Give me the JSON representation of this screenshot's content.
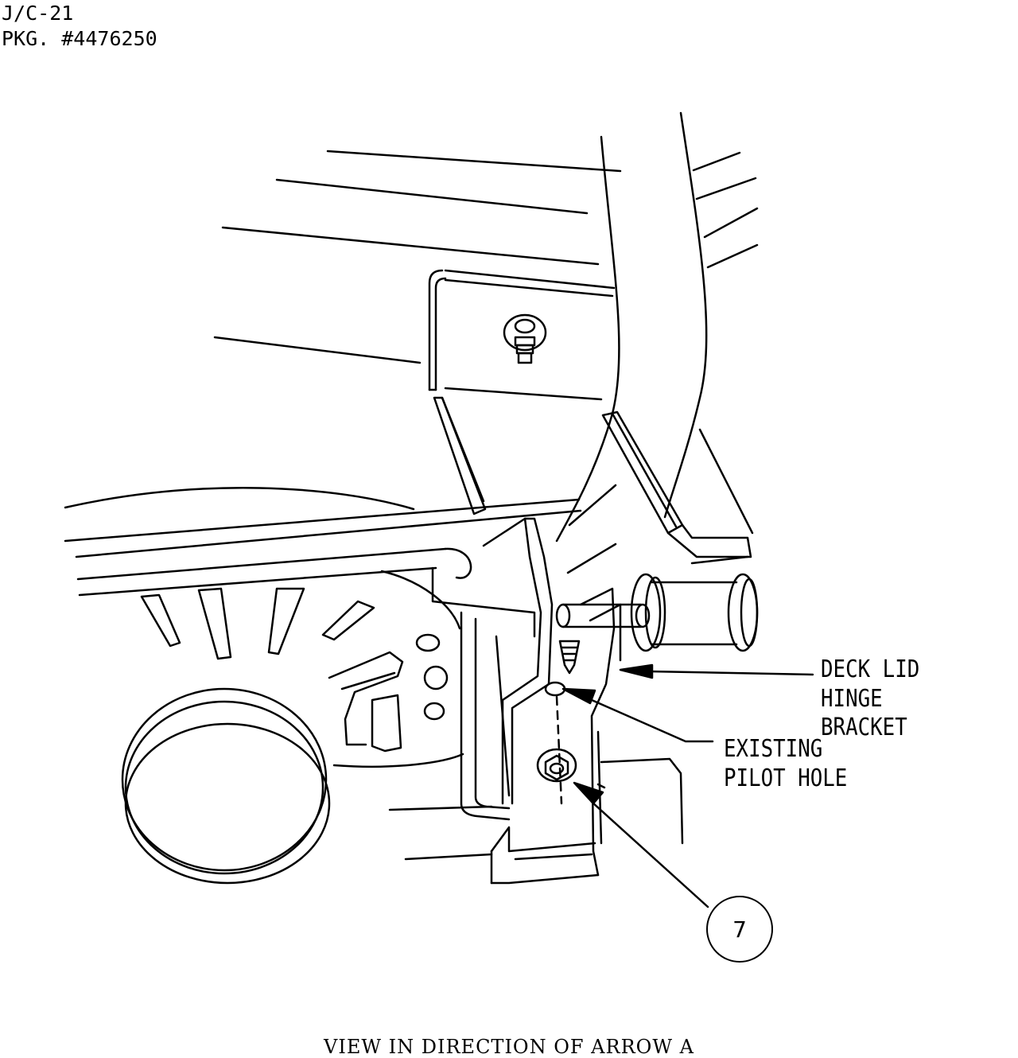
{
  "header": {
    "line1": "J/C-21",
    "line2": "PKG. #4476250"
  },
  "callouts": {
    "deck_lid_hinge_bracket_line1": "DECK LID HINGE",
    "deck_lid_hinge_bracket_line2": "BRACKET",
    "existing_pilot_hole_line1": "EXISTING",
    "existing_pilot_hole_line2": "PILOT HOLE"
  },
  "item_balloon": "7",
  "caption": "VIEW IN DIRECTION OF ARROW A",
  "colors": {
    "ink": "#000000",
    "paper": "#ffffff"
  }
}
